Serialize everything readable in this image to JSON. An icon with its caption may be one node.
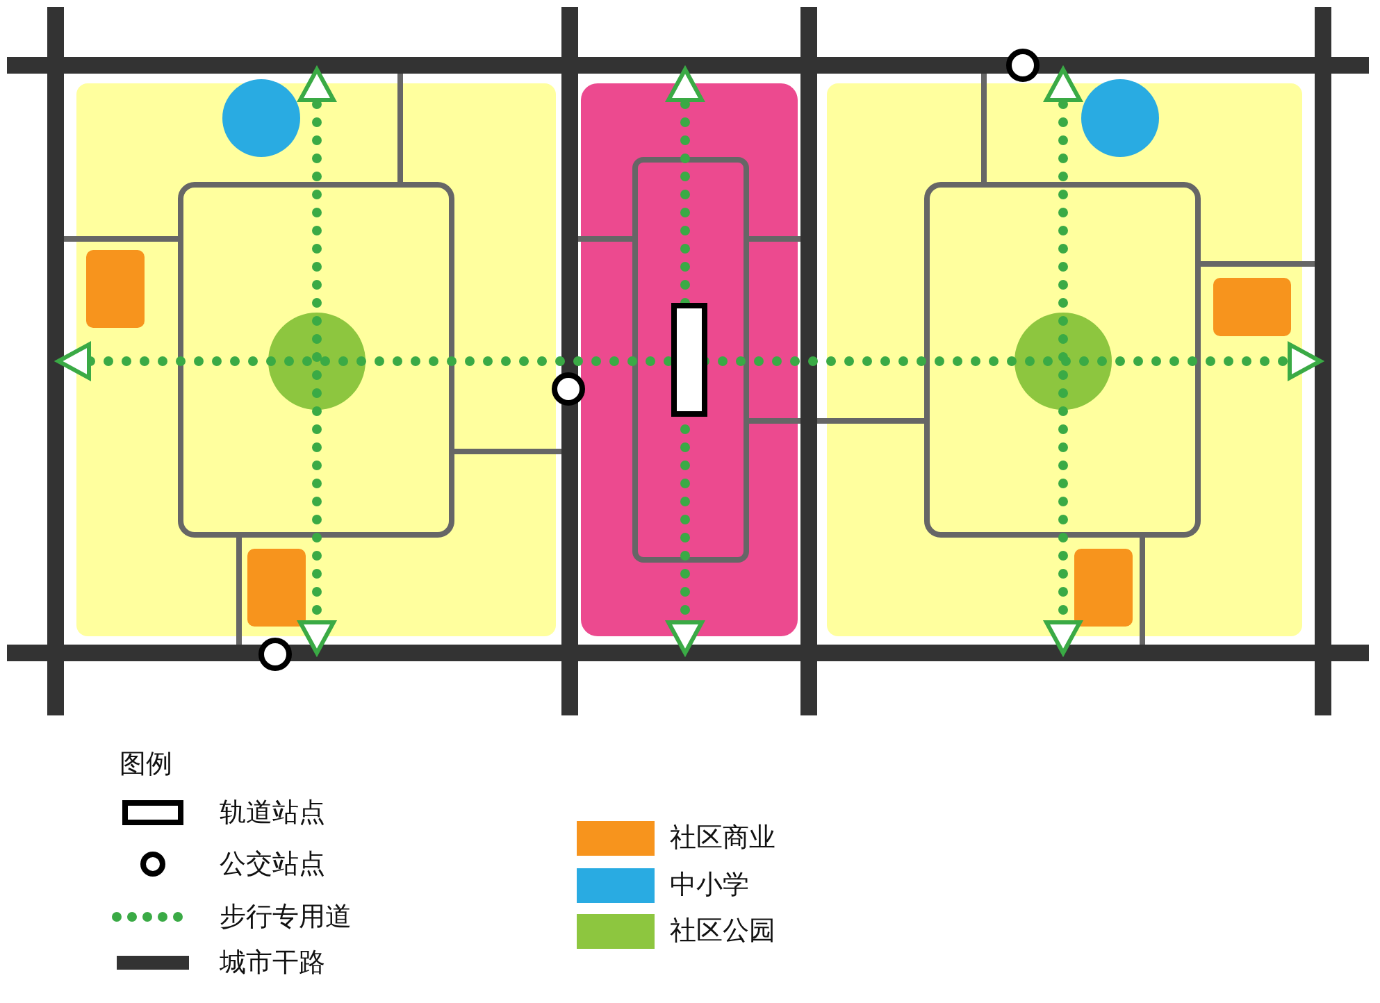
{
  "diagram": {
    "labels": [
      "图例"
    ],
    "legend": [
      {
        "text": "轨道站点"
      },
      {
        "text": "公交站点"
      },
      {
        "text": "步行专用道"
      },
      {
        "text": "城市干路"
      },
      {
        "text": "社区商业",
        "color": "#f7941d"
      },
      {
        "text": "中小学",
        "color": "#29abe2"
      },
      {
        "text": "社区公园",
        "color": "#8dc63f"
      }
    ]
  }
}
